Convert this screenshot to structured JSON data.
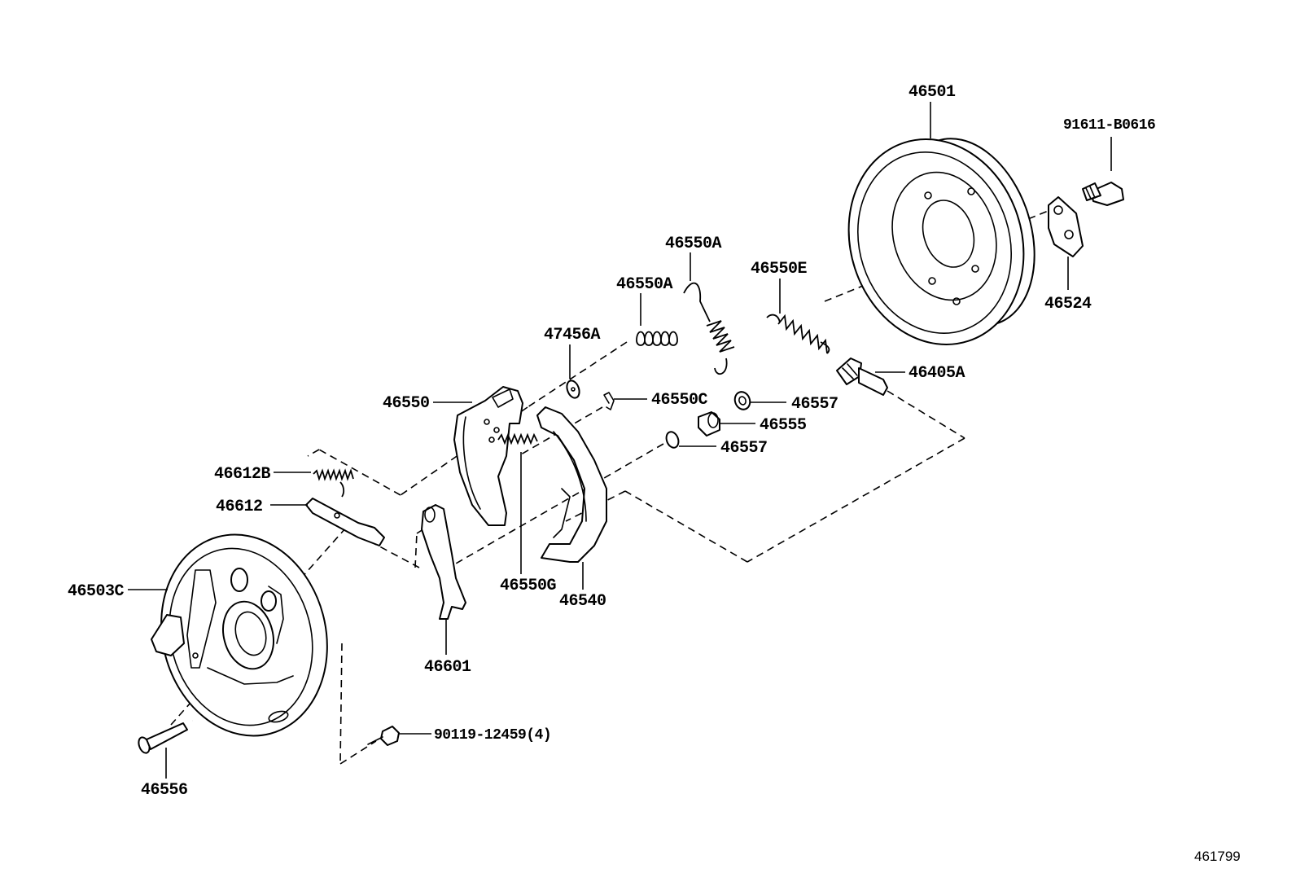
{
  "parts": {
    "p46501": "46501",
    "p91611": "91611-B0616",
    "p46524": "46524",
    "p46550A_1": "46550A",
    "p46550A_2": "46550A",
    "p46550E": "46550E",
    "p47456A": "47456A",
    "p46405A": "46405A",
    "p46550": "46550",
    "p46550C": "46550C",
    "p46557_1": "46557",
    "p46555": "46555",
    "p46557_2": "46557",
    "p46612B": "46612B",
    "p46612": "46612",
    "p46503C": "46503C",
    "p46550G": "46550G",
    "p46540": "46540",
    "p46601": "46601",
    "p90119": "90119-12459(4)",
    "p46556": "46556"
  },
  "figure_ref": "461799"
}
